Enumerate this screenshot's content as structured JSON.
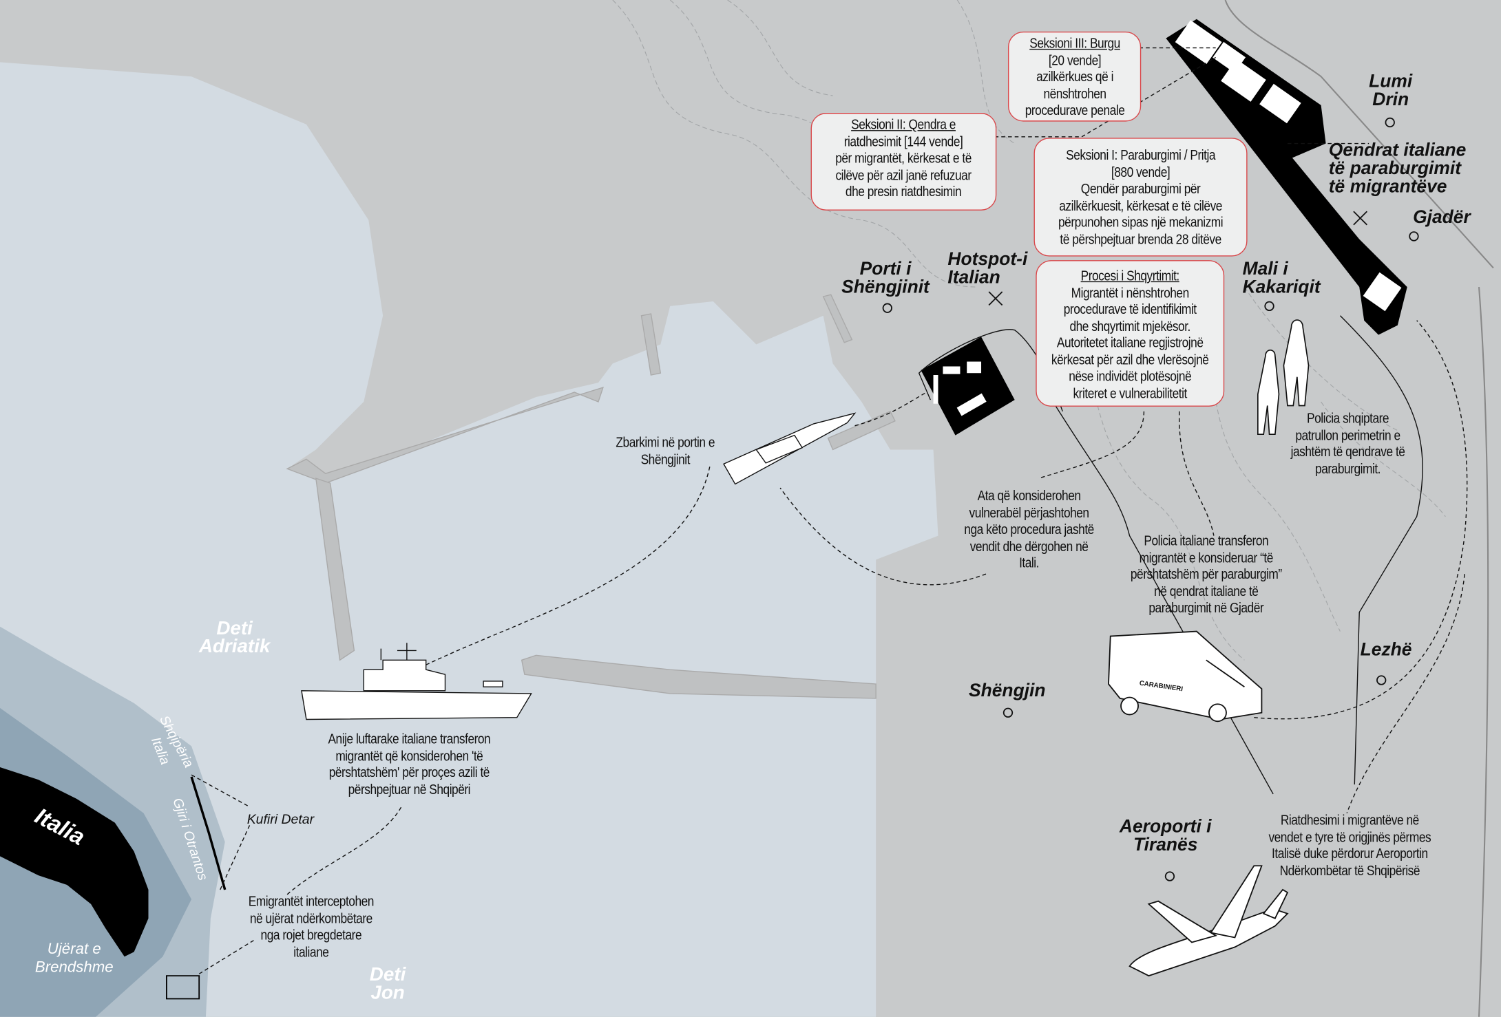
{
  "colors": {
    "land": "#c8cacb",
    "sea": "#d3dbe2",
    "territorial": "#b0bfca",
    "inner_waters": "#8fa5b5",
    "italy": "#000000",
    "box_border": "#d9474a"
  },
  "seas": {
    "adriatic": "Deti\nAdriatik",
    "ionian": "Deti\nJon",
    "inner_waters": "Ujërat e\nBrendshme"
  },
  "border_labels": {
    "albania": "Shqipëria",
    "italy_side": "Italia",
    "strait": "Gjiri i Otrantos",
    "maritime_border": "Kufiri Detar"
  },
  "countries": {
    "italy": "Italia"
  },
  "places": {
    "port": "Porti i\nShëngjinit",
    "hotspot": "Hotspot-i\nItalian",
    "river": "Lumi\nDrin",
    "centres": "Qendrat italiane\ntë paraburgimit\ntë migrantëve",
    "gjader": "Gjadër",
    "mountain": "Mali i\nKakariqit",
    "lezhe": "Lezhë",
    "shengjin": "Shëngjin",
    "airport": "Aeroporti i\nTiranës"
  },
  "sections": {
    "s3": {
      "title": "Seksioni III: Burgu",
      "body": "[20 vende]\nazilkërkues që i\nnënshtrohen\nprocedurave penale"
    },
    "s2": {
      "title": "Seksioni II: Qendra e",
      "body": "riatdhesimit [144 vende]\npër migrantët, kërkesat e të\ncilëve për azil janë refuzuar\ndhe presin riatdhesimin"
    },
    "s1": {
      "title": "Seksioni I: Paraburgimi / Pritja",
      "body": "[880 vende]\nQendër paraburgimi për\nazilkërkuesit, kërkesat e të cilëve\npërpunohen sipas një mekanizmi\ntë përshpejtuar brenda 28 ditëve"
    },
    "screening": {
      "title": "Procesi i Shqyrtimit:",
      "body": "Migrantët i nënshtrohen\nprocedurave të identifikimit\ndhe shqyrtimit mjekësor.\nAutoritetet italiane regjistrojnë\nkërkesat për azil dhe vlerësojnë\nnëse individët plotësojnë\nkriteret e vulnerabilitetit"
    }
  },
  "captions": {
    "intercept": "Emigrantët interceptohen\nnë ujërat ndërkombëtare\nnga rojet bregdetare\nitaliane",
    "warship": "Anije luftarake italiane transferon\nmigrantët që konsiderohen 'të\npërshtatshëm' për proçes azili të\npërshpejtuar në Shqipëri",
    "landing": "Zbarkimi në portin e\nShëngjinit",
    "vulnerable": "Ata që konsiderohen\nvulnerabël përjashtohen\nnga këto procedura jashtë\nvendit dhe dërgohen në\nItali.",
    "albanian_police": "Policia shqiptare\npatrullon perimetrin e\njashtëm të qendrave të\nparaburgimit.",
    "italian_police": "Policia italiane transferon\nmigrantët e konsideruar “të\npërshtatshëm për paraburgim”\nnë qendrat italiane të\nparaburgimit në Gjadër",
    "repatriation": "Riatdhesimi i migrantëve në\nvendet e tyre të origjinës përmes\nItalisë duke përdorur Aeroportin\nNdërkombëtar të Shqipërisë"
  },
  "van_label": "CARABINIERI"
}
